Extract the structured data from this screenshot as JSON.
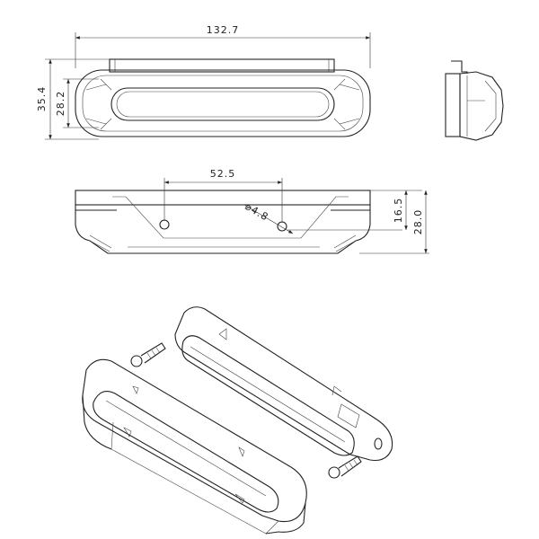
{
  "dimensions": {
    "overall_length": "132.7",
    "overall_height": "35.4",
    "inner_height": "28.2",
    "hole_spacing": "52.5",
    "hole_diameter": "⌀4.8",
    "mount_height": "16.5",
    "depth": "28.0"
  },
  "colors": {
    "line": "#222222",
    "background": "#ffffff"
  }
}
